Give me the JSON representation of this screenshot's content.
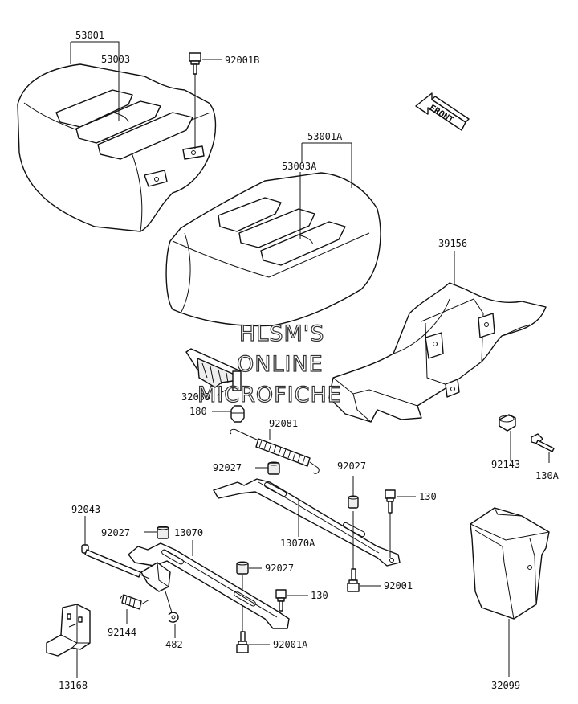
{
  "diagram": {
    "watermark": [
      "HLSM'S",
      "ONLINE",
      "MICROFICHE"
    ],
    "front_label": "FRONT",
    "labels": {
      "p53001": "53001",
      "p53003": "53003",
      "p92001b": "92001B",
      "p53001a": "53001A",
      "p53003a": "53003A",
      "p39156": "39156",
      "p32085": "32085",
      "p180": "180",
      "p92081": "92081",
      "p92027a": "92027",
      "p92027b": "92027",
      "p92027c": "92027",
      "p92027d": "92027",
      "p130a": "130",
      "p130b": "130",
      "p13070a": "13070A",
      "p13070": "13070",
      "p92043": "92043",
      "p92001": "92001",
      "p92001a": "92001A",
      "p92144": "92144",
      "p482": "482",
      "p13168": "13168",
      "p92143": "92143",
      "p130A": "130A",
      "p32099": "32099"
    }
  }
}
